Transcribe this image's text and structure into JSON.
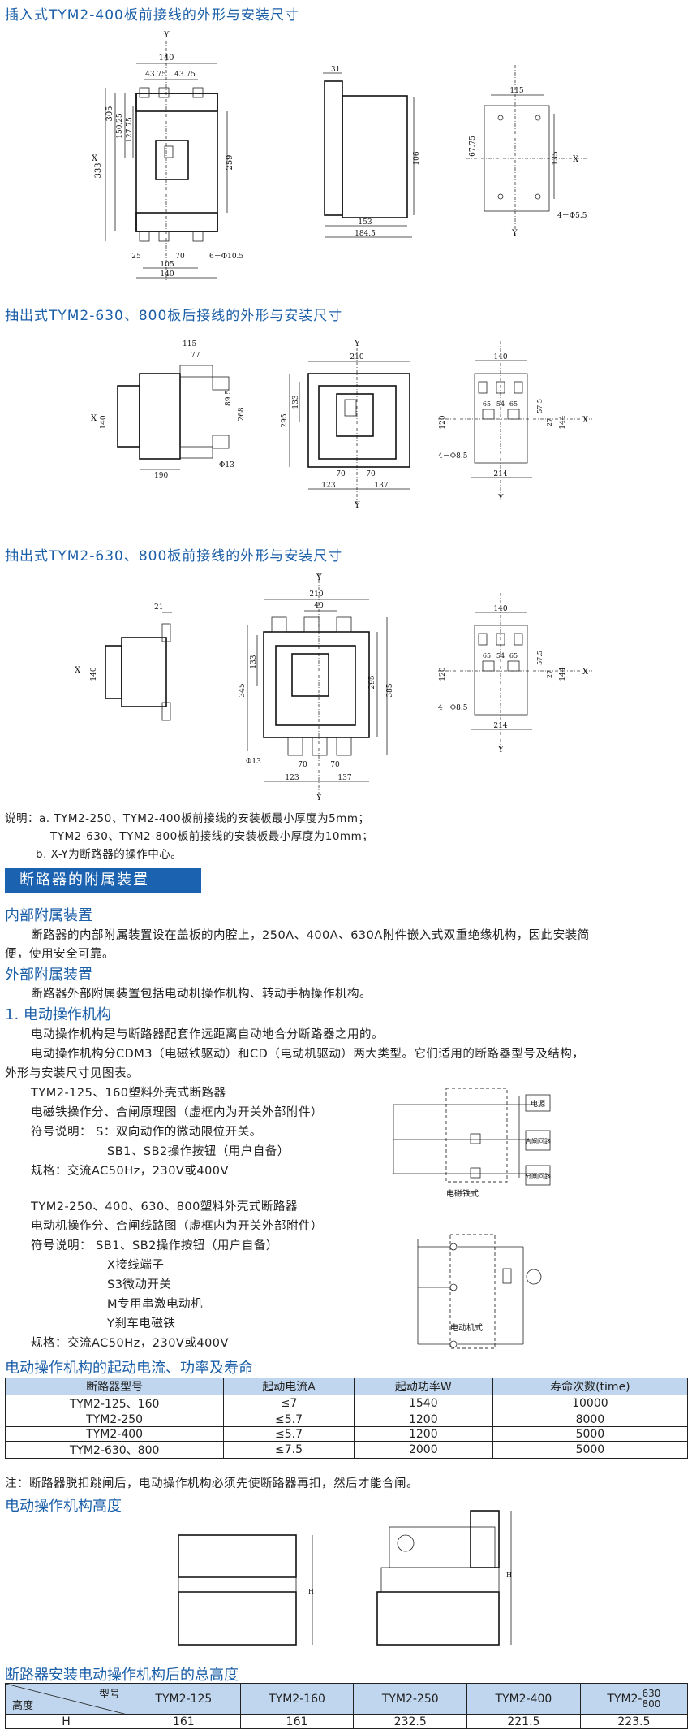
{
  "sections": {
    "s1_title": "插入式TYM2-400板前接线的外形与安装尺寸",
    "s2_title": "抽出式TYM2-630、800板后接线的外形与安装尺寸",
    "s3_title": "抽出式TYM2-630、800板前接线的外形与安装尺寸"
  },
  "note": {
    "line_a1": "说明：a. TYM2-250、TYM2-400板前接线的安装板最小厚度为5mm；",
    "line_a2": "TYM2-630、TYM2-800板前接线的安装板最小厚度为10mm；",
    "line_b": "b. X-Y为断路器的操作中心。"
  },
  "accessories": {
    "bar_title": "断路器的附属装置",
    "internal_title": "内部附属装置",
    "internal_text_1": "断路器的内部附属装置设在盖板的内腔上，250A、400A、630A附件嵌入式双重绝缘机构，因此安装简",
    "internal_text_2": "便，使用安全可靠。",
    "external_title": "外部附属装置",
    "external_text": "断路器外部附属装置包括电动机操作机构、转动手柄操作机构。",
    "motor_title": "1. 电动操作机构",
    "motor_text_1": "电动操作机构是与断路器配套作远距离自动地合分断路器之用的。",
    "motor_text_2": "电动操作机构分CDM3（电磁铁驱动）和CD（电动机驱动）两大类型。它们适用的断路器型号及结构，",
    "motor_text_3": "外形与安装尺寸见图表。"
  },
  "em_block": {
    "l1": "TYM2-125、160塑料外壳式断路器",
    "l2": "电磁铁操作分、合闸原理图（虚框内为开关外部附件）",
    "l3": "符号说明：  S：双向动作的微动限位开关。",
    "l4": "SB1、SB2操作按钮（用户自备）",
    "l5": "规格：交流AC50Hz，230V或400V",
    "diagram_caption": "电磁铁式",
    "label_power": "电源",
    "label_close": "合闸回路",
    "label_open": "分闸回路"
  },
  "motor_block": {
    "l1": "TYM2-250、400、630、800塑料外壳式断路器",
    "l2": "电动机操作分、合闸线路图（虚框内为开关外部附件）",
    "l3": "符号说明：  SB1、SB2操作按钮（用户自备）",
    "l4": "X接线端子",
    "l5": "S3微动开关",
    "l6": "M专用串激电动机",
    "l7": "Y刹车电磁铁",
    "l8": "规格：交流AC50Hz，230V或400V",
    "diagram_caption": "电动机式"
  },
  "table1": {
    "title": "电动操作机构的起动电流、功率及寿命",
    "headers": [
      "断路器型号",
      "起动电流A",
      "起动功率W",
      "寿命次数(time)"
    ],
    "rows": [
      [
        "TYM2-125、160",
        "≤7",
        "1540",
        "10000"
      ],
      [
        "TYM2-250",
        "≤5.7",
        "1200",
        "8000"
      ],
      [
        "TYM2-400",
        "≤5.7",
        "1200",
        "5000"
      ],
      [
        "TYM2-630、800",
        "≤7.5",
        "2000",
        "5000"
      ]
    ],
    "note": "注：断路器脱扣跳闸后，电动操作机构必须先使断路器再扣，然后才能合闸。"
  },
  "height": {
    "title": "电动操作机构高度"
  },
  "table2": {
    "title": "断路器安装电动操作机构后的总高度",
    "corner_top": "型号",
    "corner_bottom": "高度",
    "headers": [
      "TYM2-125",
      "TYM2-160",
      "TYM2-250",
      "TYM2-400",
      "TYM2-"
    ],
    "header_last_top": "630",
    "header_last_bottom": "800",
    "row_label": "H",
    "values": [
      "161",
      "161",
      "232.5",
      "221.5",
      "223.5"
    ]
  },
  "dims": {
    "d140": "140",
    "d43": "43.75",
    "d305": "305",
    "d333": "333",
    "d150": "150.25",
    "d127": "127.75",
    "d259": "259",
    "d25": "25",
    "d70": "70",
    "d105": "105",
    "d6phi": "6－Φ10.5",
    "d31": "31",
    "d106": "106",
    "d153": "153",
    "d184": "184.5",
    "d115": "115",
    "d67": "67.75",
    "d135": "135",
    "d4phi": "4－Φ5.5",
    "d77": "77",
    "d89": "89.5",
    "d268": "268",
    "d190": "190",
    "dphi13": "Φ13",
    "d210": "210",
    "d295": "295",
    "d133": "133",
    "d123": "123",
    "d137": "137",
    "d120": "120",
    "d65": "65",
    "d54": "54",
    "d57": "57.5",
    "d27": "27",
    "d144": "144",
    "d214": "214",
    "d4phi85": "4－Φ8.5",
    "d21": "21",
    "d40": "40",
    "d345": "345",
    "d385": "385",
    "X": "X",
    "Y": "Y",
    "H": "H"
  }
}
